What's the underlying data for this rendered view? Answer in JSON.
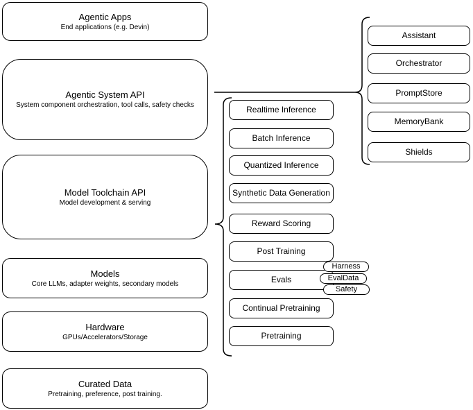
{
  "diagram": {
    "left_stack": [
      {
        "title": "Agentic Apps",
        "subtitle": "End applications (e.g. Devin)"
      },
      {
        "title": "Agentic System API",
        "subtitle": "System component orchestration, tool calls, safety checks"
      },
      {
        "title": "Model Toolchain API",
        "subtitle": "Model development & serving"
      },
      {
        "title": "Models",
        "subtitle": "Core LLMs, adapter weights, secondary models"
      },
      {
        "title": "Hardware",
        "subtitle": "GPUs/Accelerators/Storage"
      },
      {
        "title": "Curated Data",
        "subtitle": "Pretraining, preference, post training."
      }
    ],
    "toolchain_services": [
      "Realtime Inference",
      "Batch Inference",
      "Quantized Inference",
      "Synthetic Data Generation",
      "Reward Scoring",
      "Post Training",
      "Evals",
      "Continual Pretraining",
      "Pretraining"
    ],
    "eval_tags": [
      "Harness",
      "EvalData",
      "Safety"
    ],
    "system_components": [
      "Assistant",
      "Orchestrator",
      "PromptStore",
      "MemoryBank",
      "Shields"
    ],
    "colors": {
      "background": "#ffffff",
      "node_fill": "#ffffff",
      "stroke": "#000000",
      "text": "#000000"
    }
  }
}
